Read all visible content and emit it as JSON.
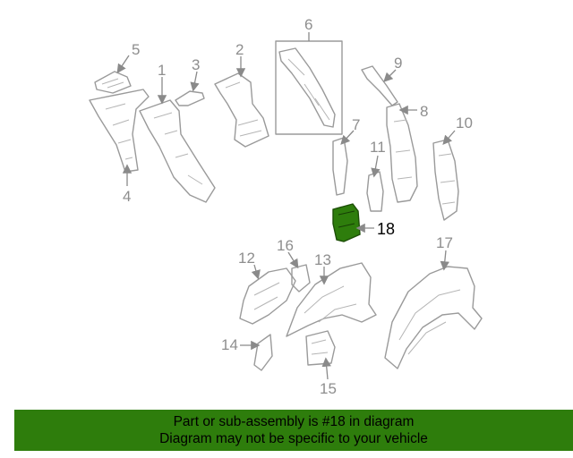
{
  "diagram": {
    "callouts": [
      "1",
      "2",
      "3",
      "4",
      "5",
      "6",
      "7",
      "8",
      "9",
      "10",
      "11",
      "12",
      "13",
      "14",
      "15",
      "16",
      "17",
      "18"
    ],
    "highlighted_part": "18",
    "highlight_color": "#2e7d0c"
  },
  "banner": {
    "line1": "Part or sub-assembly is #18 in diagram",
    "line2": "Diagram may not be specific to your vehicle",
    "background_color": "#2e7d0c"
  }
}
